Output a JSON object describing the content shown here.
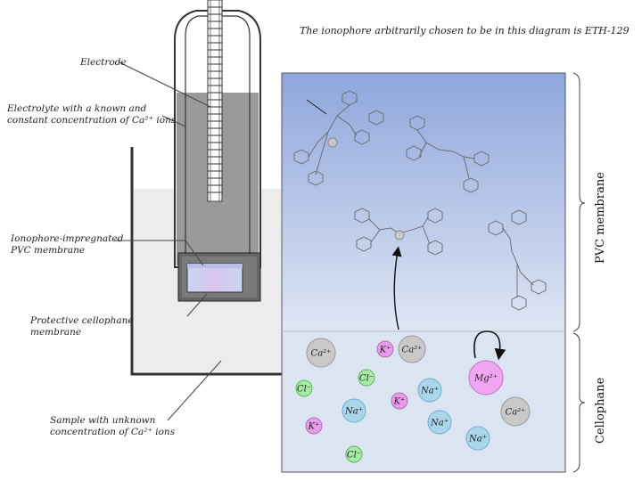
{
  "caption": "The ionophore arbitrarily chosen to be in this diagram is ETH-129",
  "labels": {
    "electrode": "Electrode",
    "electrolyte": "Electrolyte with a known and\nconstant concentration of Ca²⁺ ions",
    "membrane": "Ionophore-impregnated\nPVC membrane",
    "cellophane_left": "Protective cellophane\nmembrane",
    "sample": "Sample with unknown\nconcentration of Ca²⁺ ions"
  },
  "side_labels": {
    "pvc": "PVC membrane",
    "cellophane": "Cellophane"
  },
  "colors": {
    "pvc_top": "#8fa8dd",
    "pvc_bottom": "#dfe6f4",
    "cellophane_bg": "#dbe4f1",
    "electrolyte": "#9a9a9a",
    "sample_bg": "#ececec",
    "ca_ion": "#c9c9c9",
    "k_ion": "#e89be8",
    "cl_ion": "#a6eaa6",
    "na_ion": "#a9d6ea",
    "mg_ion": "#f0a6f0"
  },
  "ions": [
    {
      "label": "Ca²⁺",
      "kind": "ca"
    },
    {
      "label": "K⁺",
      "kind": "k"
    },
    {
      "label": "Ca²⁺",
      "kind": "ca"
    },
    {
      "label": "Mg²⁺",
      "kind": "mg"
    },
    {
      "label": "Cl⁻",
      "kind": "cl"
    },
    {
      "label": "Cl⁻",
      "kind": "cl"
    },
    {
      "label": "Na⁺",
      "kind": "na"
    },
    {
      "label": "K⁺",
      "kind": "k"
    },
    {
      "label": "Na⁺",
      "kind": "na"
    },
    {
      "label": "Na⁺",
      "kind": "na"
    },
    {
      "label": "Ca²⁺",
      "kind": "ca"
    },
    {
      "label": "K⁺",
      "kind": "k"
    },
    {
      "label": "Na⁺",
      "kind": "na"
    },
    {
      "label": "Cl⁻",
      "kind": "cl"
    }
  ]
}
